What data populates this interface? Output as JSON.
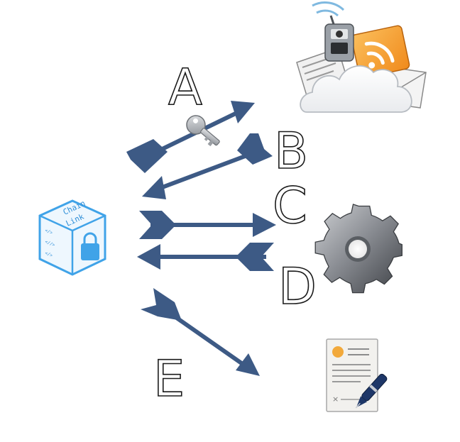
{
  "diagram": {
    "source_node": {
      "name": "ChainLink",
      "label_line1": "Chain",
      "label_line2": "Link",
      "code_lines": [
        "</>",
        "<//>",
        "</>"
      ]
    },
    "connections": [
      {
        "letter": "A",
        "direction": "outgoing",
        "target": "cloud-data-services",
        "icon": "key-icon"
      },
      {
        "letter": "B",
        "direction": "incoming",
        "target": "cloud-data-services"
      },
      {
        "letter": "C",
        "direction": "outgoing",
        "target": "computation-gear"
      },
      {
        "letter": "D",
        "direction": "incoming",
        "target": "computation-gear"
      },
      {
        "letter": "E",
        "direction": "outgoing",
        "target": "signed-document"
      }
    ],
    "targets": [
      {
        "id": "cloud-data-services",
        "icon": "cloud-rss-mobile-mail-icon"
      },
      {
        "id": "computation-gear",
        "icon": "gear-icon"
      },
      {
        "id": "signed-document",
        "icon": "contract-pen-icon"
      }
    ],
    "colors": {
      "arrow": "#3d5a85",
      "cube_stroke": "#40a3e8",
      "cube_fill": "#eef7fe"
    }
  }
}
